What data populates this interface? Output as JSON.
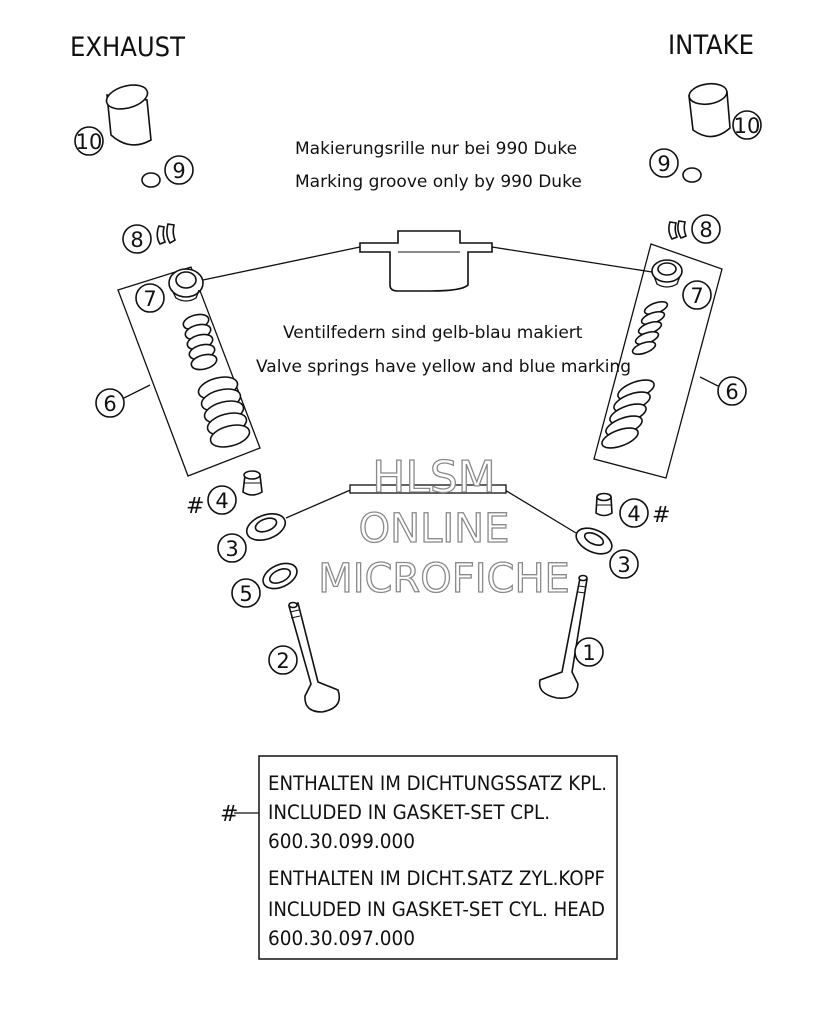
{
  "headers": {
    "exhaust": "EXHAUST",
    "intake": "INTAKE"
  },
  "notes": {
    "groove_de": "Makierungsrille nur bei 990 Duke",
    "groove_en": "Marking groove only by 990 Duke",
    "springs_de": "Ventilfedern sind gelb-blau makiert",
    "springs_en": "Valve springs have yellow and blue marking"
  },
  "callouts": {
    "exhaust": {
      "p10": "10",
      "p9": "9",
      "p8": "8",
      "p7": "7",
      "p6": "6",
      "p4": "4",
      "p3": "3",
      "p5": "5",
      "p2": "2",
      "hash": "#"
    },
    "intake": {
      "p10": "10",
      "p9": "9",
      "p8": "8",
      "p7": "7",
      "p6": "6",
      "p4": "4",
      "p3": "3",
      "p1": "1",
      "hash": "#"
    }
  },
  "watermark": {
    "line1": "HLSM",
    "line2": "ONLINE",
    "line3": "MICROFICHE"
  },
  "legend": {
    "marker": "#",
    "lines": [
      "ENTHALTEN IM DICHTUNGSSATZ KPL.",
      "INCLUDED IN GASKET-SET CPL.",
      "600.30.099.000",
      "ENTHALTEN IM DICHT.SATZ ZYL.KOPF",
      "INCLUDED IN GASKET-SET CYL. HEAD",
      "600.30.097.000"
    ]
  },
  "colors": {
    "ink": "#111111",
    "watermark": "#8a8a8a",
    "background": "#ffffff"
  }
}
